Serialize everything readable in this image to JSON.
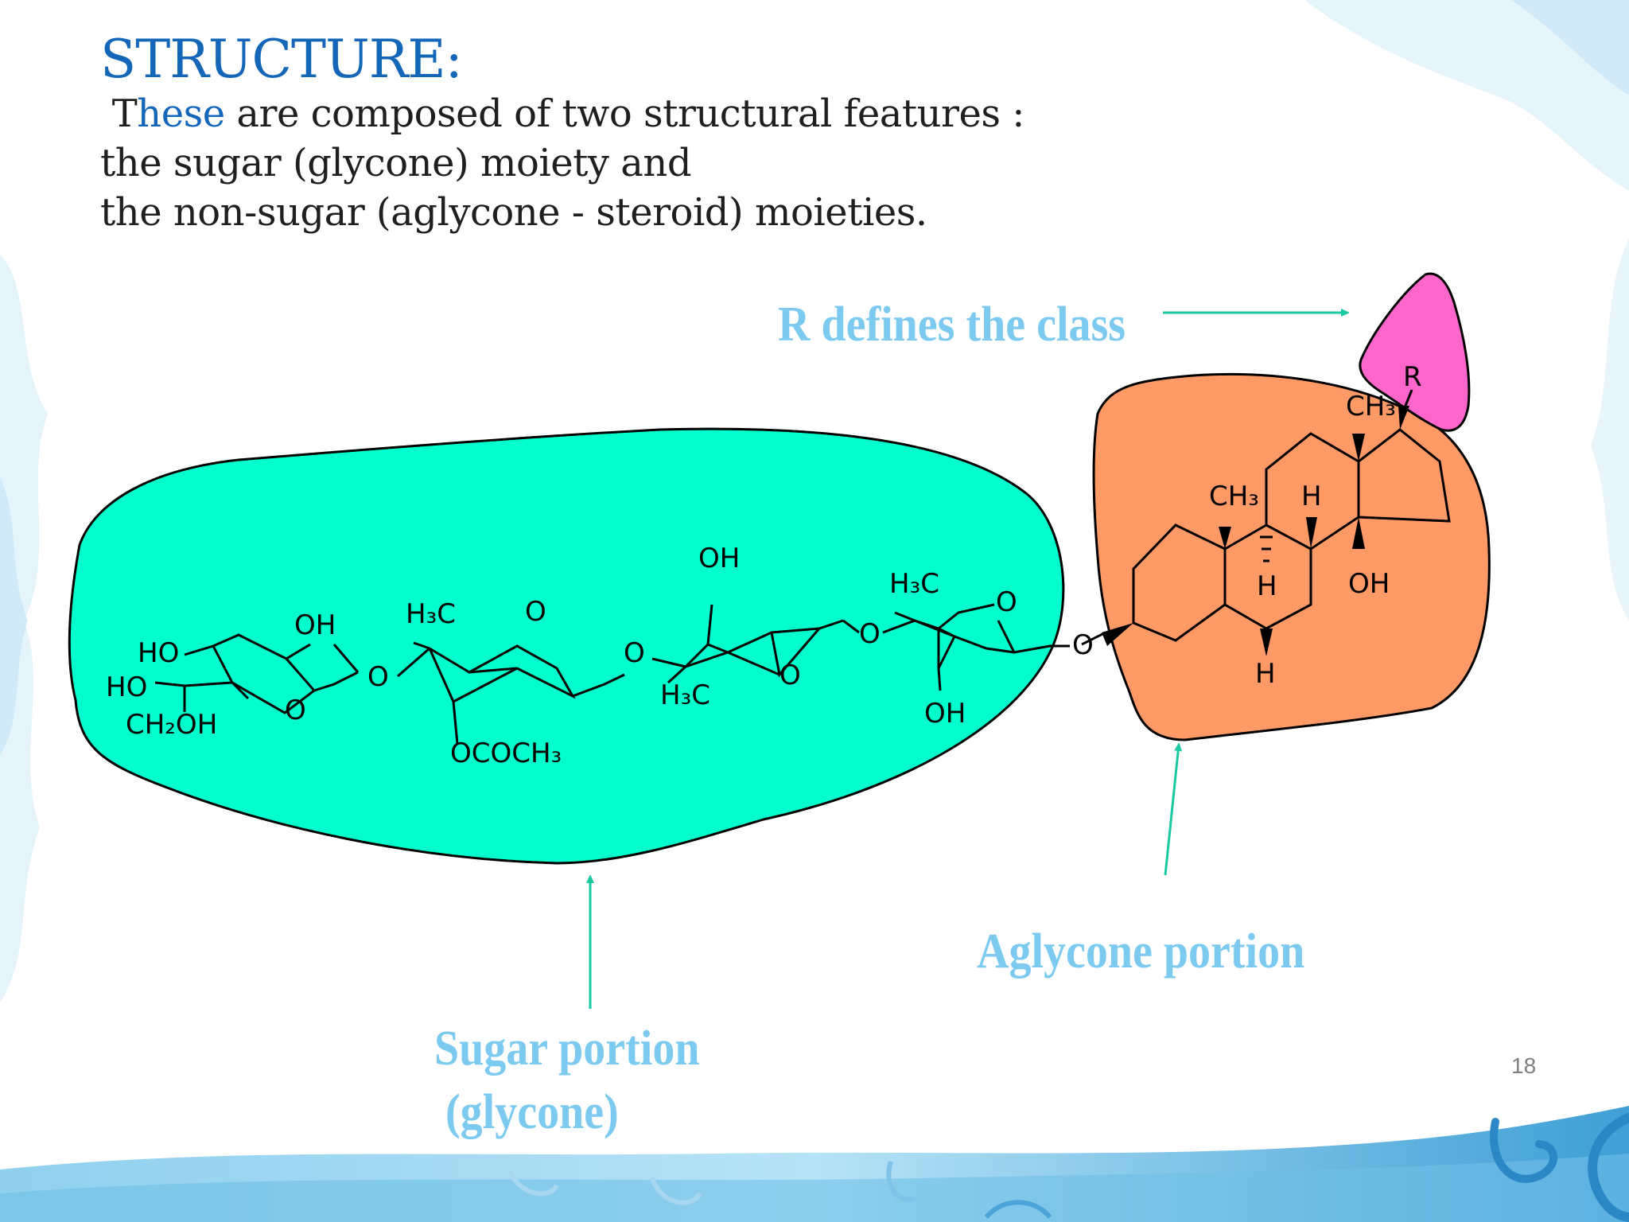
{
  "slide": {
    "title": "STRUCTURE:",
    "intro_prefix": " T",
    "intro_highlight": "hese",
    "intro_rest": " are composed of two structural features :",
    "line2": "the sugar (glycone) moiety and",
    "line3": "the non-sugar (aglycone - steroid) moieties.",
    "page_number": "18"
  },
  "labels": {
    "r_class": "R defines the class",
    "aglycone": "Aglycone portion",
    "sugar_line1": "Sugar portion",
    "sugar_line2": " (glycone)"
  },
  "structure_text": {
    "ho_top": "HO",
    "ho_bottom": "HO",
    "ch2oh": "CH₂OH",
    "oh_ring1": "OH",
    "o_ring1": "O",
    "o_link1": "O",
    "h3c_ring2": "H₃C",
    "o_ring2": "O",
    "ococh3": "OCOCH₃",
    "o_link2": "O",
    "oh_ring3": "OH",
    "h3c_ring3": "H₃C",
    "o_ring3": "O",
    "o_link3": "O",
    "h3c_ring4": "H₃C",
    "o_ring4": "O",
    "oh_ring4": "OH",
    "o_glycosidic": "O",
    "r_group": "R",
    "ch3_top": "CH₃",
    "ch3_mid": "CH₃",
    "h_top": "H",
    "h_alpha": "H",
    "h_bottom": "H",
    "oh_14": "OH"
  },
  "colors": {
    "title": "#1467b8",
    "sugar_blob": "#00ffcc",
    "aglycone_blob": "#ff9966",
    "r_blob": "#ff66cc",
    "label": "#7ccaf0",
    "arrow": "#1bc9a0"
  }
}
